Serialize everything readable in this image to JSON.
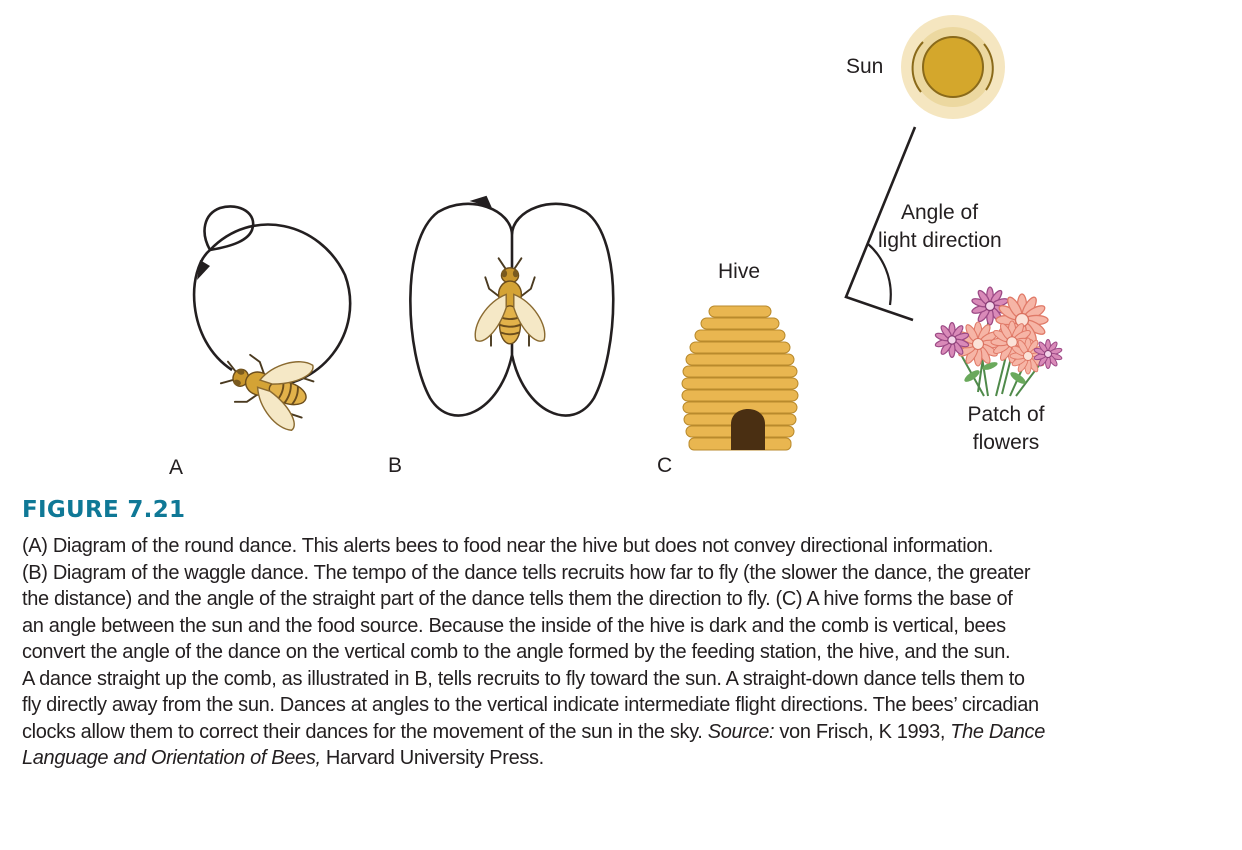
{
  "panels": {
    "a_label": "A",
    "b_label": "B",
    "c_label": "C"
  },
  "diagram": {
    "sun_label": "Sun",
    "angle_label_line1": "Angle of",
    "angle_label_line2": "light direction",
    "hive_label": "Hive",
    "flowers_label_line1": "Patch of",
    "flowers_label_line2": "flowers"
  },
  "colors": {
    "figure_title": "#0f7896",
    "sun_core": "#d4a72c",
    "sun_halo": "#f5e6c0",
    "hive": "#e9b650",
    "bee_wing": "#f5e8c6",
    "bee_body": "#c9962c"
  },
  "figure": {
    "title": "FIGURE 7.21",
    "caption_lines": [
      "(A) Diagram of the round dance. This alerts bees to food near the hive but does not convey directional information.",
      "(B) Diagram of the waggle dance. The tempo of the dance tells recruits how far to fly (the slower the dance, the greater",
      "the distance) and the angle of the straight part of the dance tells them the direction to fly. (C) A hive forms the base of",
      "an angle between the sun and the food source. Because the inside of the hive is dark and the comb is vertical, bees",
      "convert the angle of the dance on the vertical comb to the angle formed by the feeding station, the hive, and the sun.",
      "A dance straight up the comb, as illustrated in B, tells recruits to fly toward the sun. A straight-down dance tells them to",
      "fly directly away from the sun. Dances at angles to the vertical indicate intermediate flight directions. The bees’ circadian",
      "clocks allow them to correct their dances for the movement of the sun in the sky."
    ],
    "source_label": "Source:",
    "source_author": " von Frisch, K 1993, ",
    "source_book_start": "The Dance",
    "source_book_end": "Language and Orientation of Bees,",
    "source_publisher": " Harvard University Press."
  }
}
